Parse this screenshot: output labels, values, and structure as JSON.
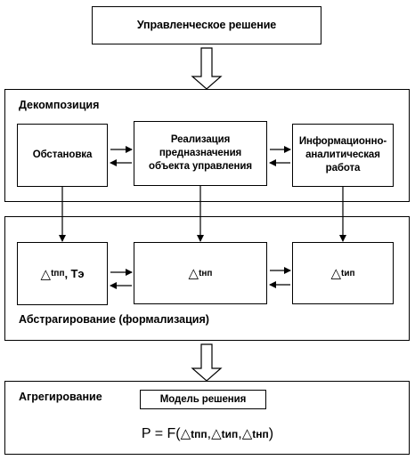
{
  "top_box": {
    "label": "Управленческое решение"
  },
  "decomposition": {
    "title": "Декомпозиция",
    "box_left": "Обстановка",
    "box_middle": [
      "Реализация",
      "предназначения",
      "объекта управления"
    ],
    "box_right": [
      "Информационно-",
      "аналитическая",
      "работа"
    ]
  },
  "abstraction": {
    "title": "Абстрагирование (формализация)",
    "box_left": {
      "delta": "△",
      "sub": "tпп",
      "extra": ", Tэ"
    },
    "box_middle": {
      "delta": "△",
      "sub": "tнп"
    },
    "box_right": {
      "delta": "△",
      "sub": "tип"
    }
  },
  "aggregation": {
    "title": "Агрегирование",
    "model_box": "Модель решения",
    "formula": {
      "prefix": "P = F(",
      "d1": "△",
      "s1": "tпп",
      "sep1": ",",
      "d2": "△",
      "s2": "tип",
      "sep2": ",",
      "d3": "△",
      "s3": "tнп",
      "suffix": ")"
    }
  }
}
